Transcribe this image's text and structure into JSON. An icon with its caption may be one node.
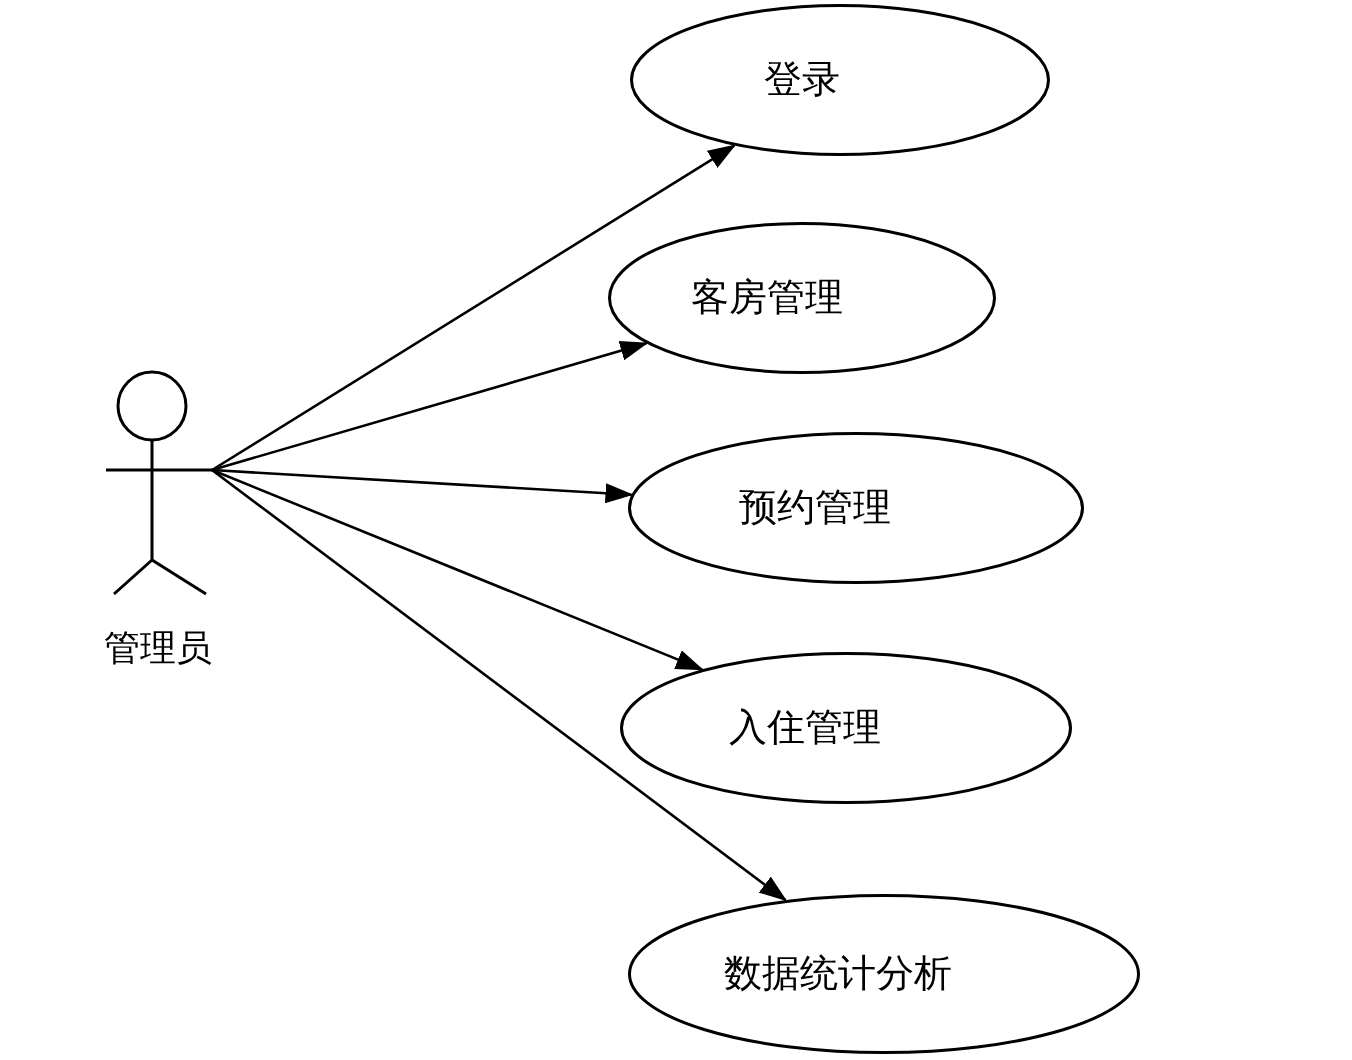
{
  "diagram": {
    "nodes": [
      {
        "text": [
          "管理员"
        ]
      },
      {
        "text": [
          "登录"
        ]
      },
      {
        "text": [
          "客房管理"
        ]
      },
      {
        "text": [
          "预约管理"
        ]
      },
      {
        "text": [
          "入住管理"
        ]
      },
      {
        "text": [
          "数据统计分析"
        ]
      }
    ],
    "edges": [
      {
        "from": 0,
        "to": 1,
        "arrow": "to"
      },
      {
        "from": 0,
        "to": 2,
        "arrow": "to"
      },
      {
        "from": 0,
        "to": 3,
        "arrow": "to"
      },
      {
        "from": 0,
        "to": 4,
        "arrow": "to"
      },
      {
        "from": 0,
        "to": 5,
        "arrow": "to"
      }
    ]
  }
}
